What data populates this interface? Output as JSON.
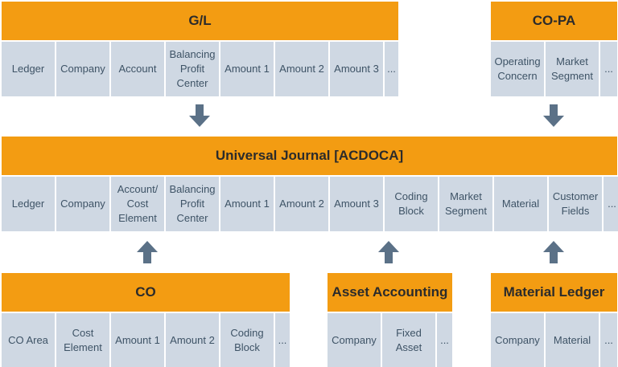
{
  "gl": {
    "title": "G/L",
    "cells": [
      "Ledger",
      "Company",
      "Account",
      "Balancing\nProfit\nCenter",
      "Amount 1",
      "Amount 2",
      "Amount 3",
      "..."
    ]
  },
  "copa": {
    "title": "CO-PA",
    "cells": [
      "Operating\nConcern",
      "Market\nSegment",
      "..."
    ]
  },
  "universal": {
    "title": "Universal Journal [ACDOCA]",
    "cells": [
      "Ledger",
      "Company",
      "Account/\nCost\nElement",
      "Balancing\nProfit\nCenter",
      "Amount 1",
      "Amount 2",
      "Amount 3",
      "Coding\nBlock",
      "Market\nSegment",
      "Material",
      "Customer\nFields",
      "..."
    ]
  },
  "co": {
    "title": "CO",
    "cells": [
      "CO Area",
      "Cost\nElement",
      "Amount 1",
      "Amount 2",
      "Coding\nBlock",
      "..."
    ]
  },
  "asset": {
    "title": "Asset Accounting",
    "cells": [
      "Company",
      "Fixed\nAsset",
      "..."
    ]
  },
  "material_ledger": {
    "title": "Material Ledger",
    "cells": [
      "Company",
      "Material",
      "..."
    ]
  },
  "colors": {
    "header": "#f39c12",
    "cell": "#cfd8e3",
    "cell_text": "#3e5366",
    "arrow": "#5b7187"
  }
}
